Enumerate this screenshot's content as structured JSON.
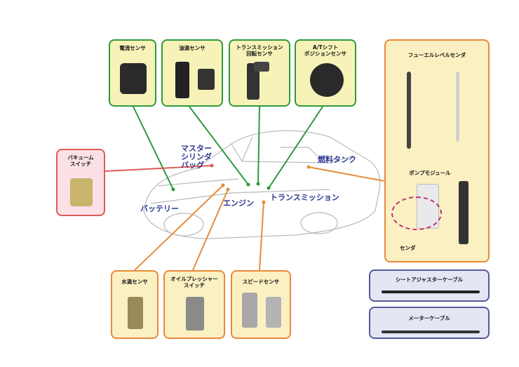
{
  "sensors": {
    "current": "電流センサ",
    "oil_temp": "油温センサ",
    "trans_speed": "トランスミッション\n回転センサ",
    "at_shift": "A/Tシフト\nポジションセンサ",
    "vacuum": "バキューム\nスイッチ",
    "water_temp": "水温センサ",
    "oil_pressure": "オイルプレッシャー\nスイッチ",
    "speed": "スピードセンサ",
    "fuel_level": "フューエルレベルセンダ",
    "pump_module": "ポンプモジュール",
    "sender": "センダ",
    "seat_cable": "シートアジャスターケーブル",
    "meter_cable": "メーターケーブル"
  },
  "parts": {
    "master_cylinder": "マスター\nシリンダ\nバッグ",
    "battery": "バッテリー",
    "engine": "エンジン",
    "transmission": "トランスミッション",
    "fuel_tank": "燃料タンク"
  },
  "colors": {
    "green": "#2e9a3c",
    "orange": "#e88a3a",
    "red": "#e05a5a",
    "purple": "#555a99",
    "label": "#2b3690"
  }
}
